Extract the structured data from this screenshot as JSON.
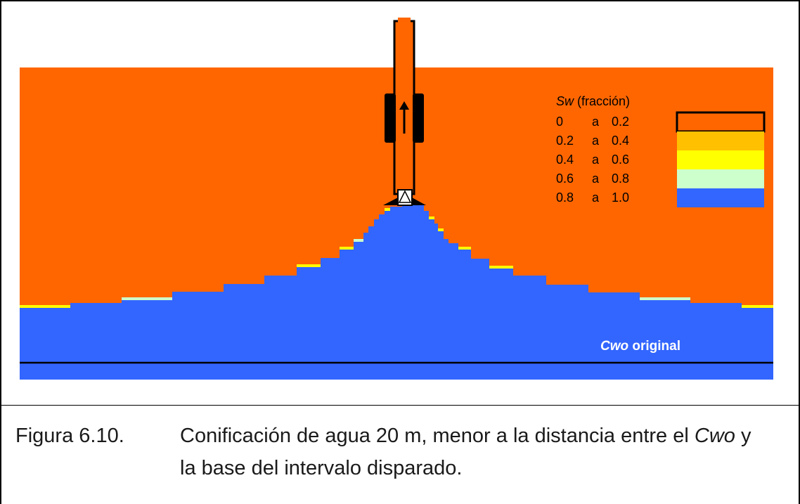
{
  "diagram": {
    "legend": {
      "title_var": "Sw",
      "title_rest": " (fracción)",
      "rows": [
        {
          "from": "0",
          "sep": "a",
          "to": "0.2",
          "color": "#ff6600"
        },
        {
          "from": "0.2",
          "sep": "a",
          "to": "0.4",
          "color": "#ffc000"
        },
        {
          "from": "0.4",
          "sep": "a",
          "to": "0.6",
          "color": "#ffff00"
        },
        {
          "from": "0.6",
          "sep": "a",
          "to": "0.8",
          "color": "#ccffcc"
        },
        {
          "from": "0.8",
          "sep": "a",
          "to": "1.0",
          "color": "#3366ff"
        }
      ]
    },
    "cwo_label": {
      "italic": "Cwo",
      "rest": " original"
    },
    "colors": {
      "oil": "#ff6600",
      "water": "#3366ff",
      "transition": "#ffff00",
      "light_transition": "#ccffcc",
      "contact_line": "#000000"
    }
  },
  "caption": {
    "figure_number": "Figura 6.10.",
    "text_before": "Conificación de agua 20 m, menor a la distancia entre el ",
    "italic_term": "Cwo",
    "text_after": " y",
    "line2": "la base del intervalo disparado."
  }
}
